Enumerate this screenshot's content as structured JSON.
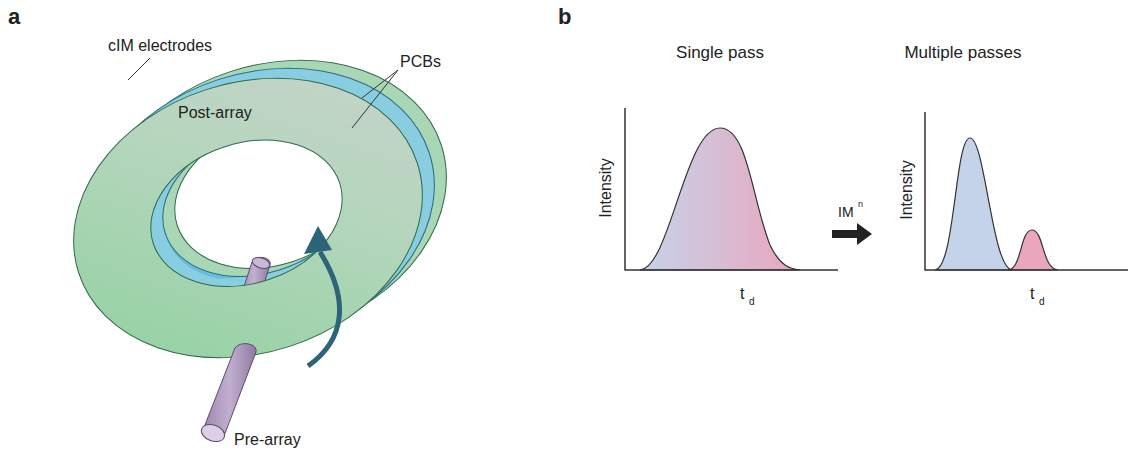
{
  "diagram": {
    "labels": [
      "a",
      "cIM electrodes",
      "PCBs",
      "Post-array",
      "Pre-array",
      "b",
      "Single pass",
      "Multiple passes",
      "Intensity",
      "t",
      "d",
      "IM",
      "n",
      "Intensity",
      "t",
      "d"
    ]
  }
}
